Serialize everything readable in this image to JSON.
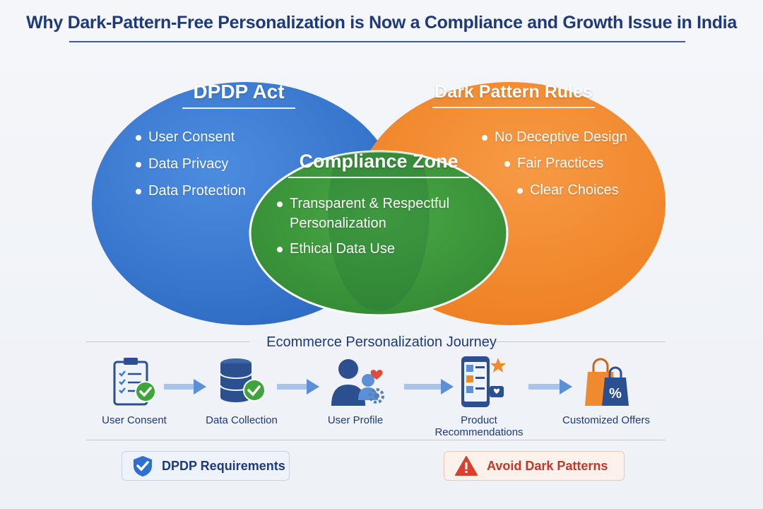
{
  "title": "Why Dark-Pattern-Free Personalization is Now a Compliance and Growth Issue in India",
  "venn": {
    "left": {
      "heading": "DPDP Act",
      "items": [
        "User Consent",
        "Data Privacy",
        "Data Protection"
      ],
      "color": "#3b7ad1"
    },
    "right": {
      "heading": "Dark Pattern Rules",
      "items": [
        "No Deceptive Design",
        "Fair Practices",
        "Clear Choices"
      ],
      "color": "#f08a2e"
    },
    "center": {
      "heading": "Compliance Zone",
      "items": [
        "Transparent & Respectful Personalization",
        "Ethical Data Use"
      ],
      "color": "#3f9a3c"
    }
  },
  "journey": {
    "title": "Ecommerce Personalization Journey",
    "steps": [
      {
        "label": "User Consent",
        "icon": "clipboard-check-icon"
      },
      {
        "label": "Data Collection",
        "icon": "database-check-icon"
      },
      {
        "label": "User Profile",
        "icon": "user-profile-icon"
      },
      {
        "label": "Product Recommendations",
        "icon": "mobile-recommendations-icon"
      },
      {
        "label": "Customized Offers",
        "icon": "shopping-bag-percent-icon"
      }
    ]
  },
  "badges": {
    "dpdp": {
      "label": "DPDP Requirements",
      "icon": "shield-check-icon",
      "color": "#1f3a7a"
    },
    "dark": {
      "label": "Avoid Dark Patterns",
      "icon": "warning-triangle-icon",
      "color": "#c0392b"
    }
  }
}
